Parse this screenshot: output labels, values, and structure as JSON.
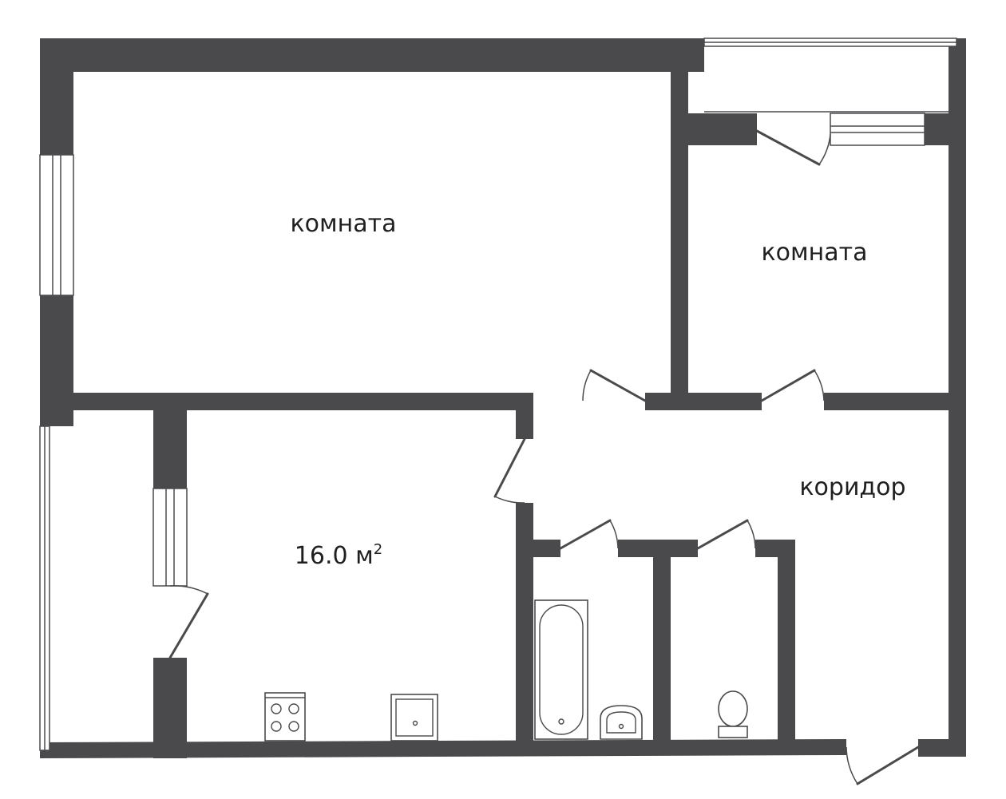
{
  "rooms": {
    "room_large": {
      "label": "комната"
    },
    "room_small": {
      "label": "комната"
    },
    "corridor": {
      "label": "коридор"
    },
    "kitchen": {
      "area_value": "16.0 м",
      "area_unit_sup": "2"
    }
  },
  "icons": [
    "stove-icon",
    "sink-icon",
    "bathtub-icon",
    "washbasin-icon",
    "toilet-icon"
  ],
  "colors": {
    "wall": "#4a4a4d",
    "background": "#ffffff",
    "text": "#1f1f1f"
  }
}
